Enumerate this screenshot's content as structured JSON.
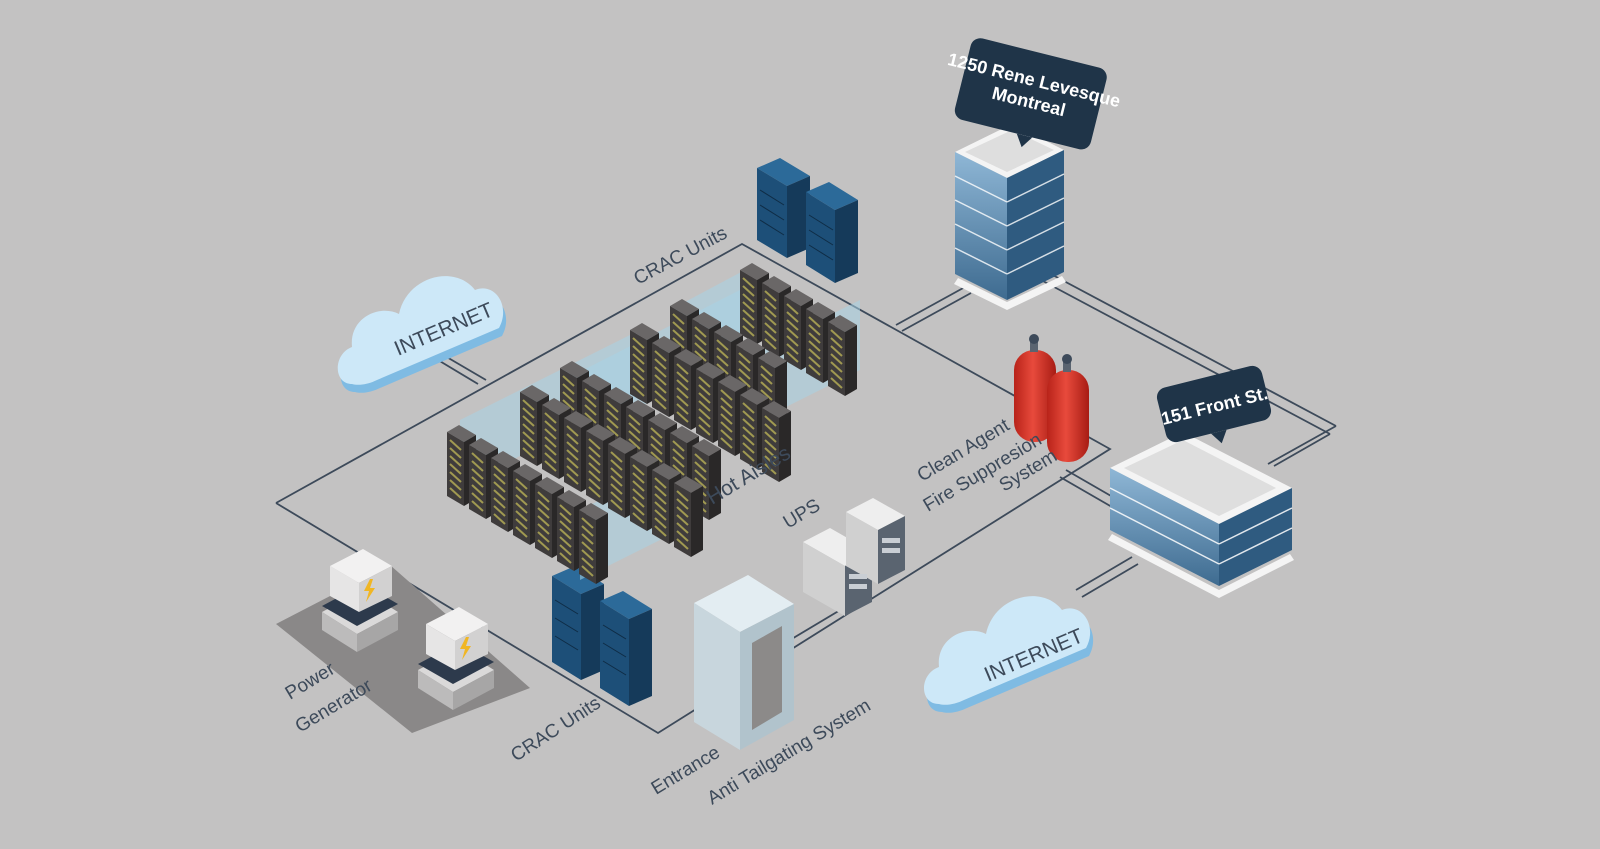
{
  "diagram": {
    "title": "",
    "labels": {
      "crac_top": "CRAC Units",
      "crac_bottom": "CRAC Units",
      "hot_aisles": "Hot Aisles",
      "ups": "UPS",
      "fire_1": "Clean Agent",
      "fire_2": "Fire Suppresion",
      "fire_3": "System",
      "power_1": "Power",
      "power_2": "Generator",
      "entrance_1": "Entrance",
      "entrance_2": "Anti Tailgating System",
      "internet_left": "INTERNET",
      "internet_right": "INTERNET"
    },
    "callouts": {
      "montreal_1": "1250 Rene Levesque",
      "montreal_2": "Montreal",
      "front_st": "151 Front St."
    },
    "colors": {
      "background": "#c3c2c2",
      "line": "#3d4a5a",
      "crac": "#1d4f78",
      "rack": "#4a4747",
      "glass": "#a8d4e6",
      "cloud": "#cde8f8",
      "tank": "#d9362a",
      "callout": "#1f3448",
      "bolt": "#f0b624"
    }
  }
}
